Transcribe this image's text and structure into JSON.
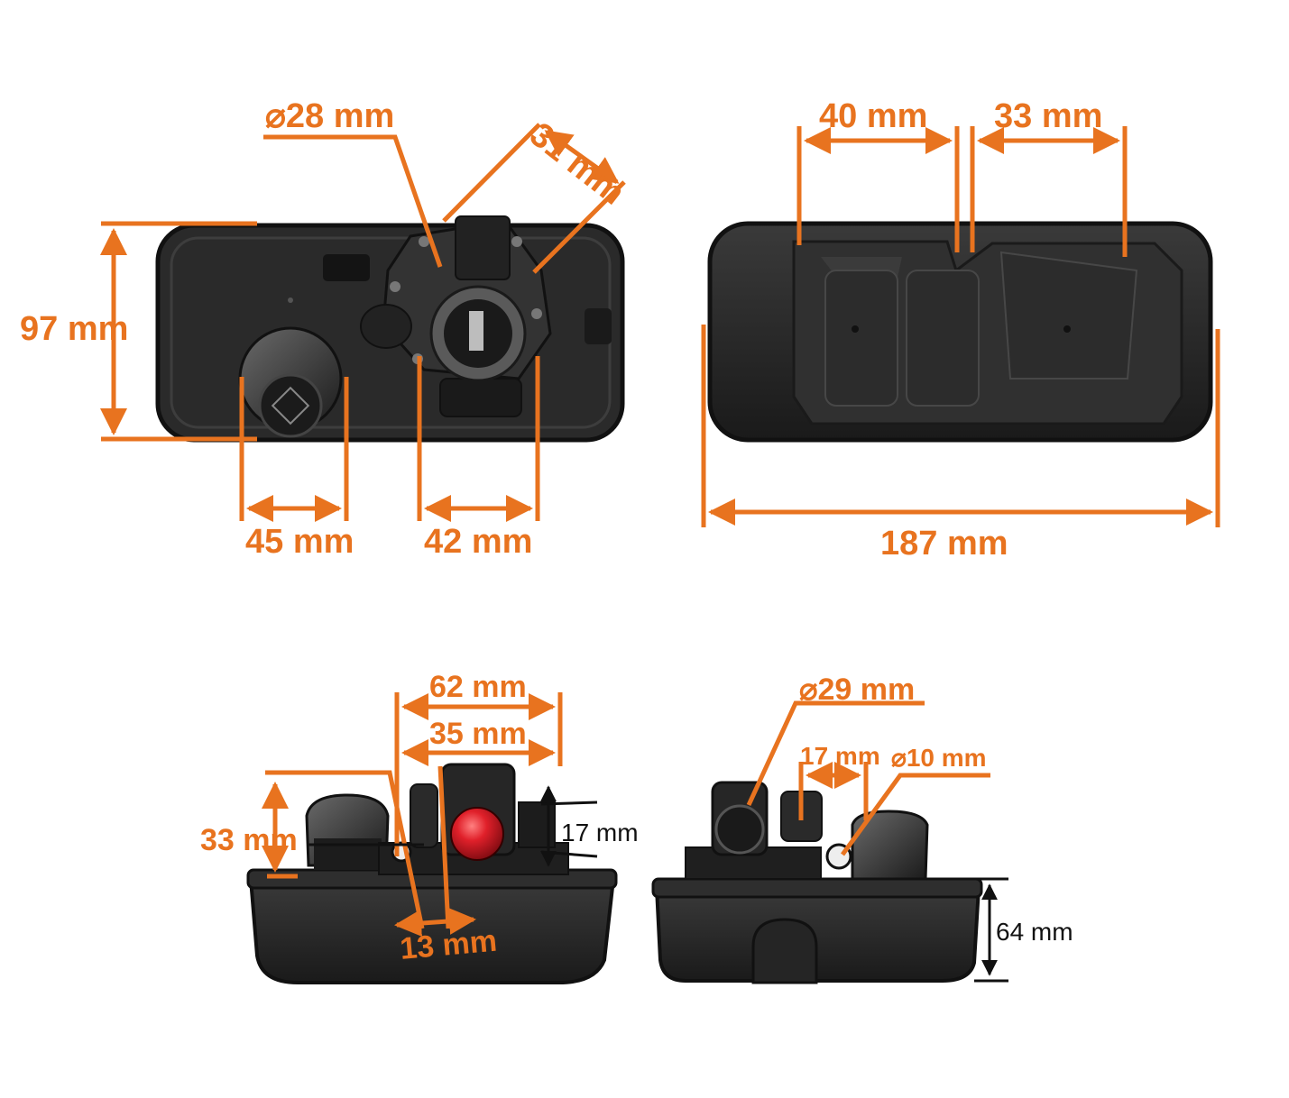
{
  "colors": {
    "accent": "#e8731f",
    "body": "#2b2b2b",
    "body_dark": "#151515",
    "primer_bulb": "#e0202a",
    "text_black": "#111111"
  },
  "dimensions": {
    "top_view": {
      "diameter_label": "28 mm",
      "diameter_symbol": "⌀",
      "angled_label": "31 mm",
      "height_label": "97 mm",
      "cap_width_label": "45 mm",
      "intake_width_label": "42 mm"
    },
    "bottom_view": {
      "left_recess_label": "40 mm",
      "right_recess_label": "33 mm",
      "length_label": "187 mm"
    },
    "front_side_view": {
      "overall_label": "62 mm",
      "inner_label": "35 mm",
      "cap_height_label": "33 mm",
      "bulb_height_label": "17 mm",
      "bottom_offset_label": "13 mm"
    },
    "rear_side_view": {
      "diameter_symbol": "⌀",
      "port_diameter_label": "29 mm",
      "spacing_label": "17 mm",
      "small_port_label": "10 mm",
      "tank_height_label": "64 mm"
    }
  },
  "icons": [
    "diameter-symbol",
    "dimension-arrow",
    "fuel-cap",
    "primer-bulb",
    "carburetor",
    "screw"
  ]
}
